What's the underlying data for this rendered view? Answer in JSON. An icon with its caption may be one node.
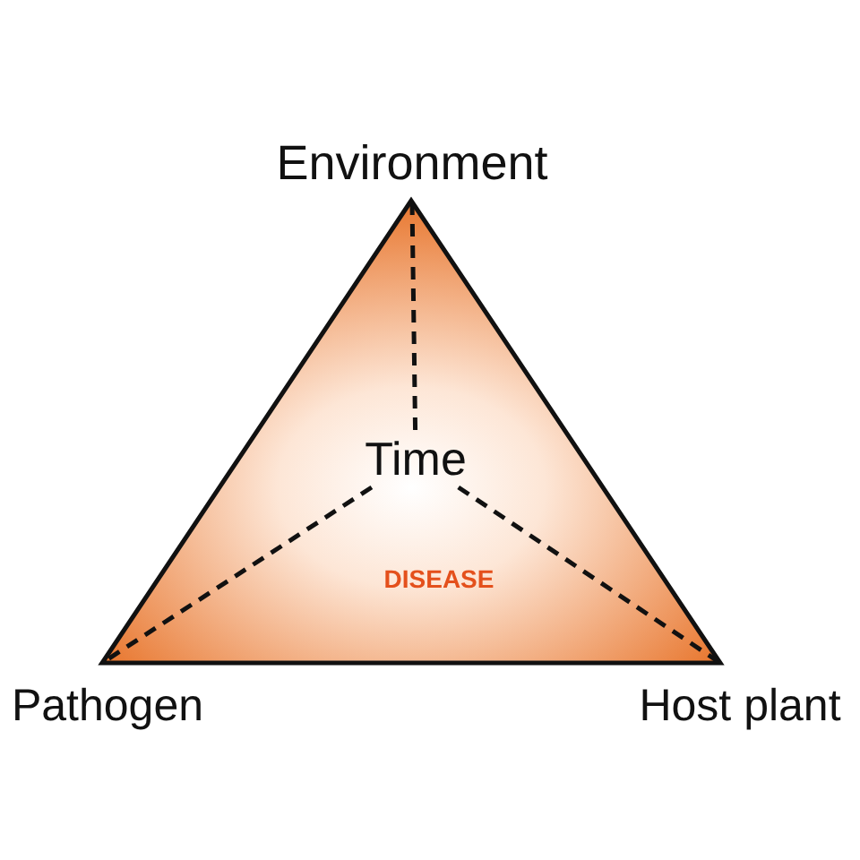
{
  "diagram": {
    "nodes": [
      {
        "text": [
          "Environment"
        ]
      },
      {
        "text": [
          "DISEASE"
        ]
      },
      {
        "text": [
          "Time"
        ],
        "in": 1
      },
      {
        "text": [
          "Pathogen"
        ]
      },
      {
        "text": [
          "Host plant"
        ]
      }
    ],
    "edges": [
      {
        "from": 2,
        "to": 0,
        "arrow": "none",
        "style": "dashed"
      },
      {
        "from": 2,
        "to": 3,
        "arrow": "none",
        "style": "dashed"
      },
      {
        "from": 2,
        "to": 4,
        "arrow": "none",
        "style": "dashed"
      }
    ]
  }
}
